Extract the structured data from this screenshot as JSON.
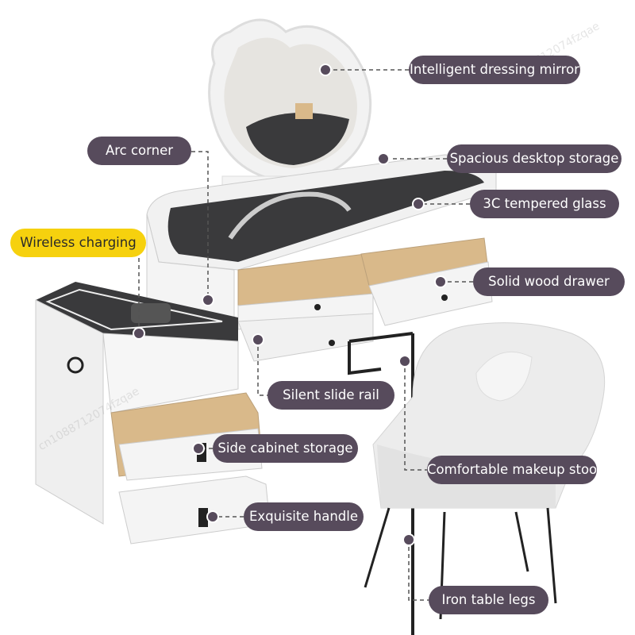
{
  "labels": {
    "mirror": "Intelligent dressing mirror",
    "arc_corner": "Arc corner",
    "desktop_storage": "Spacious desktop storage",
    "glass": "3C tempered glass",
    "wireless": "Wireless charging",
    "wood_drawer": "Solid wood drawer",
    "slide_rail": "Silent slide rail",
    "side_cabinet": "Side cabinet storage",
    "stool": "Comfortable makeup stool",
    "handle": "Exquisite handle",
    "legs": "Iron table legs"
  },
  "watermark": "cn1088712074fzqae",
  "colors": {
    "label_bg": "#574b5c",
    "highlight_bg": "#f6d10e",
    "glass": "#3a3a3c",
    "wood": "#d9b98a"
  }
}
